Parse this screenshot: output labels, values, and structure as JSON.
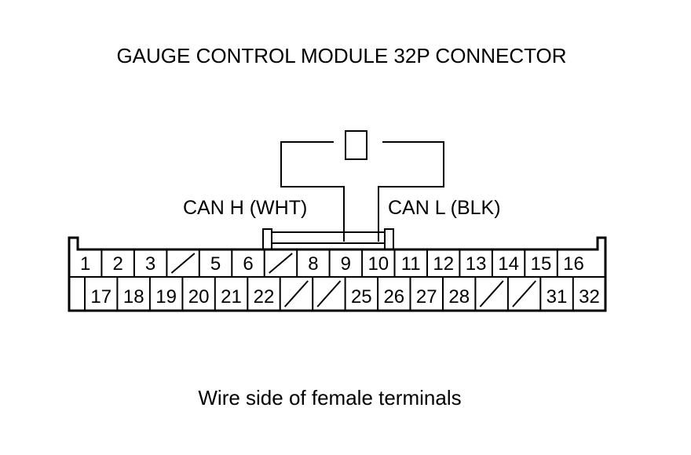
{
  "title": "GAUGE CONTROL MODULE 32P CONNECTOR",
  "labels": {
    "can_h": "CAN H (WHT)",
    "can_l": "CAN L (BLK)"
  },
  "caption": "Wire side of female terminals",
  "connector": {
    "row1": [
      "1",
      "2",
      "3",
      "",
      "5",
      "6",
      "",
      "8",
      "9",
      "10",
      "11",
      "12",
      "13",
      "14",
      "15",
      "16"
    ],
    "row2": [
      "17",
      "18",
      "19",
      "20",
      "21",
      "22",
      "",
      "",
      "25",
      "26",
      "27",
      "28",
      "",
      "",
      "31",
      "32"
    ],
    "highlighted_pins": [
      "9",
      "10"
    ]
  }
}
